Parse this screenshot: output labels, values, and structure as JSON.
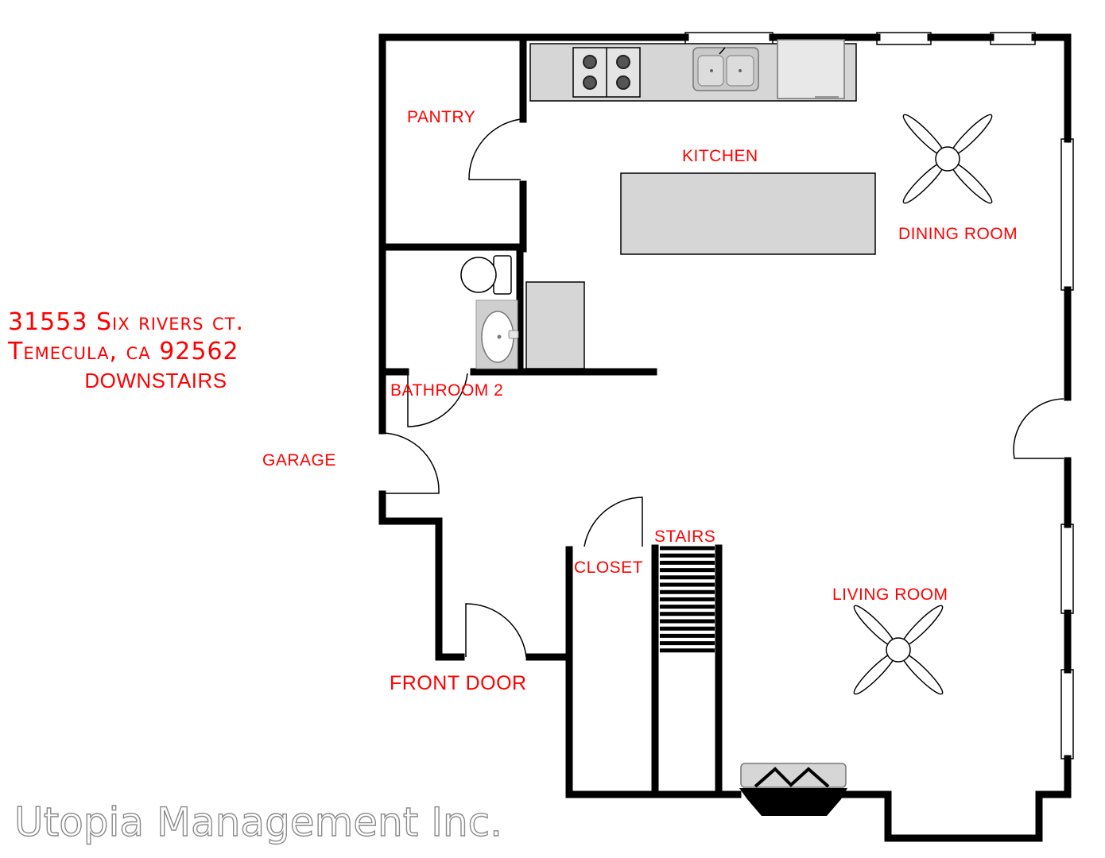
{
  "colors": {
    "label": "#ff0000",
    "wall": "#000000",
    "fixture_fill": "#d6d6d6"
  },
  "address": {
    "line1": "31553 Six rivers ct.",
    "line2": "Temecula, ca 92562",
    "line3": "DOWNSTAIRS"
  },
  "rooms": {
    "pantry": "PANTRY",
    "kitchen": "KITCHEN",
    "dining_room": "DINING ROOM",
    "bathroom": "BATHROOM 2",
    "garage": "GARAGE",
    "stairs": "STAIRS",
    "closet": "CLOSET",
    "living_room": "LIVING ROOM",
    "front_door": "FRONT DOOR"
  },
  "watermark": "Utopia Management Inc."
}
